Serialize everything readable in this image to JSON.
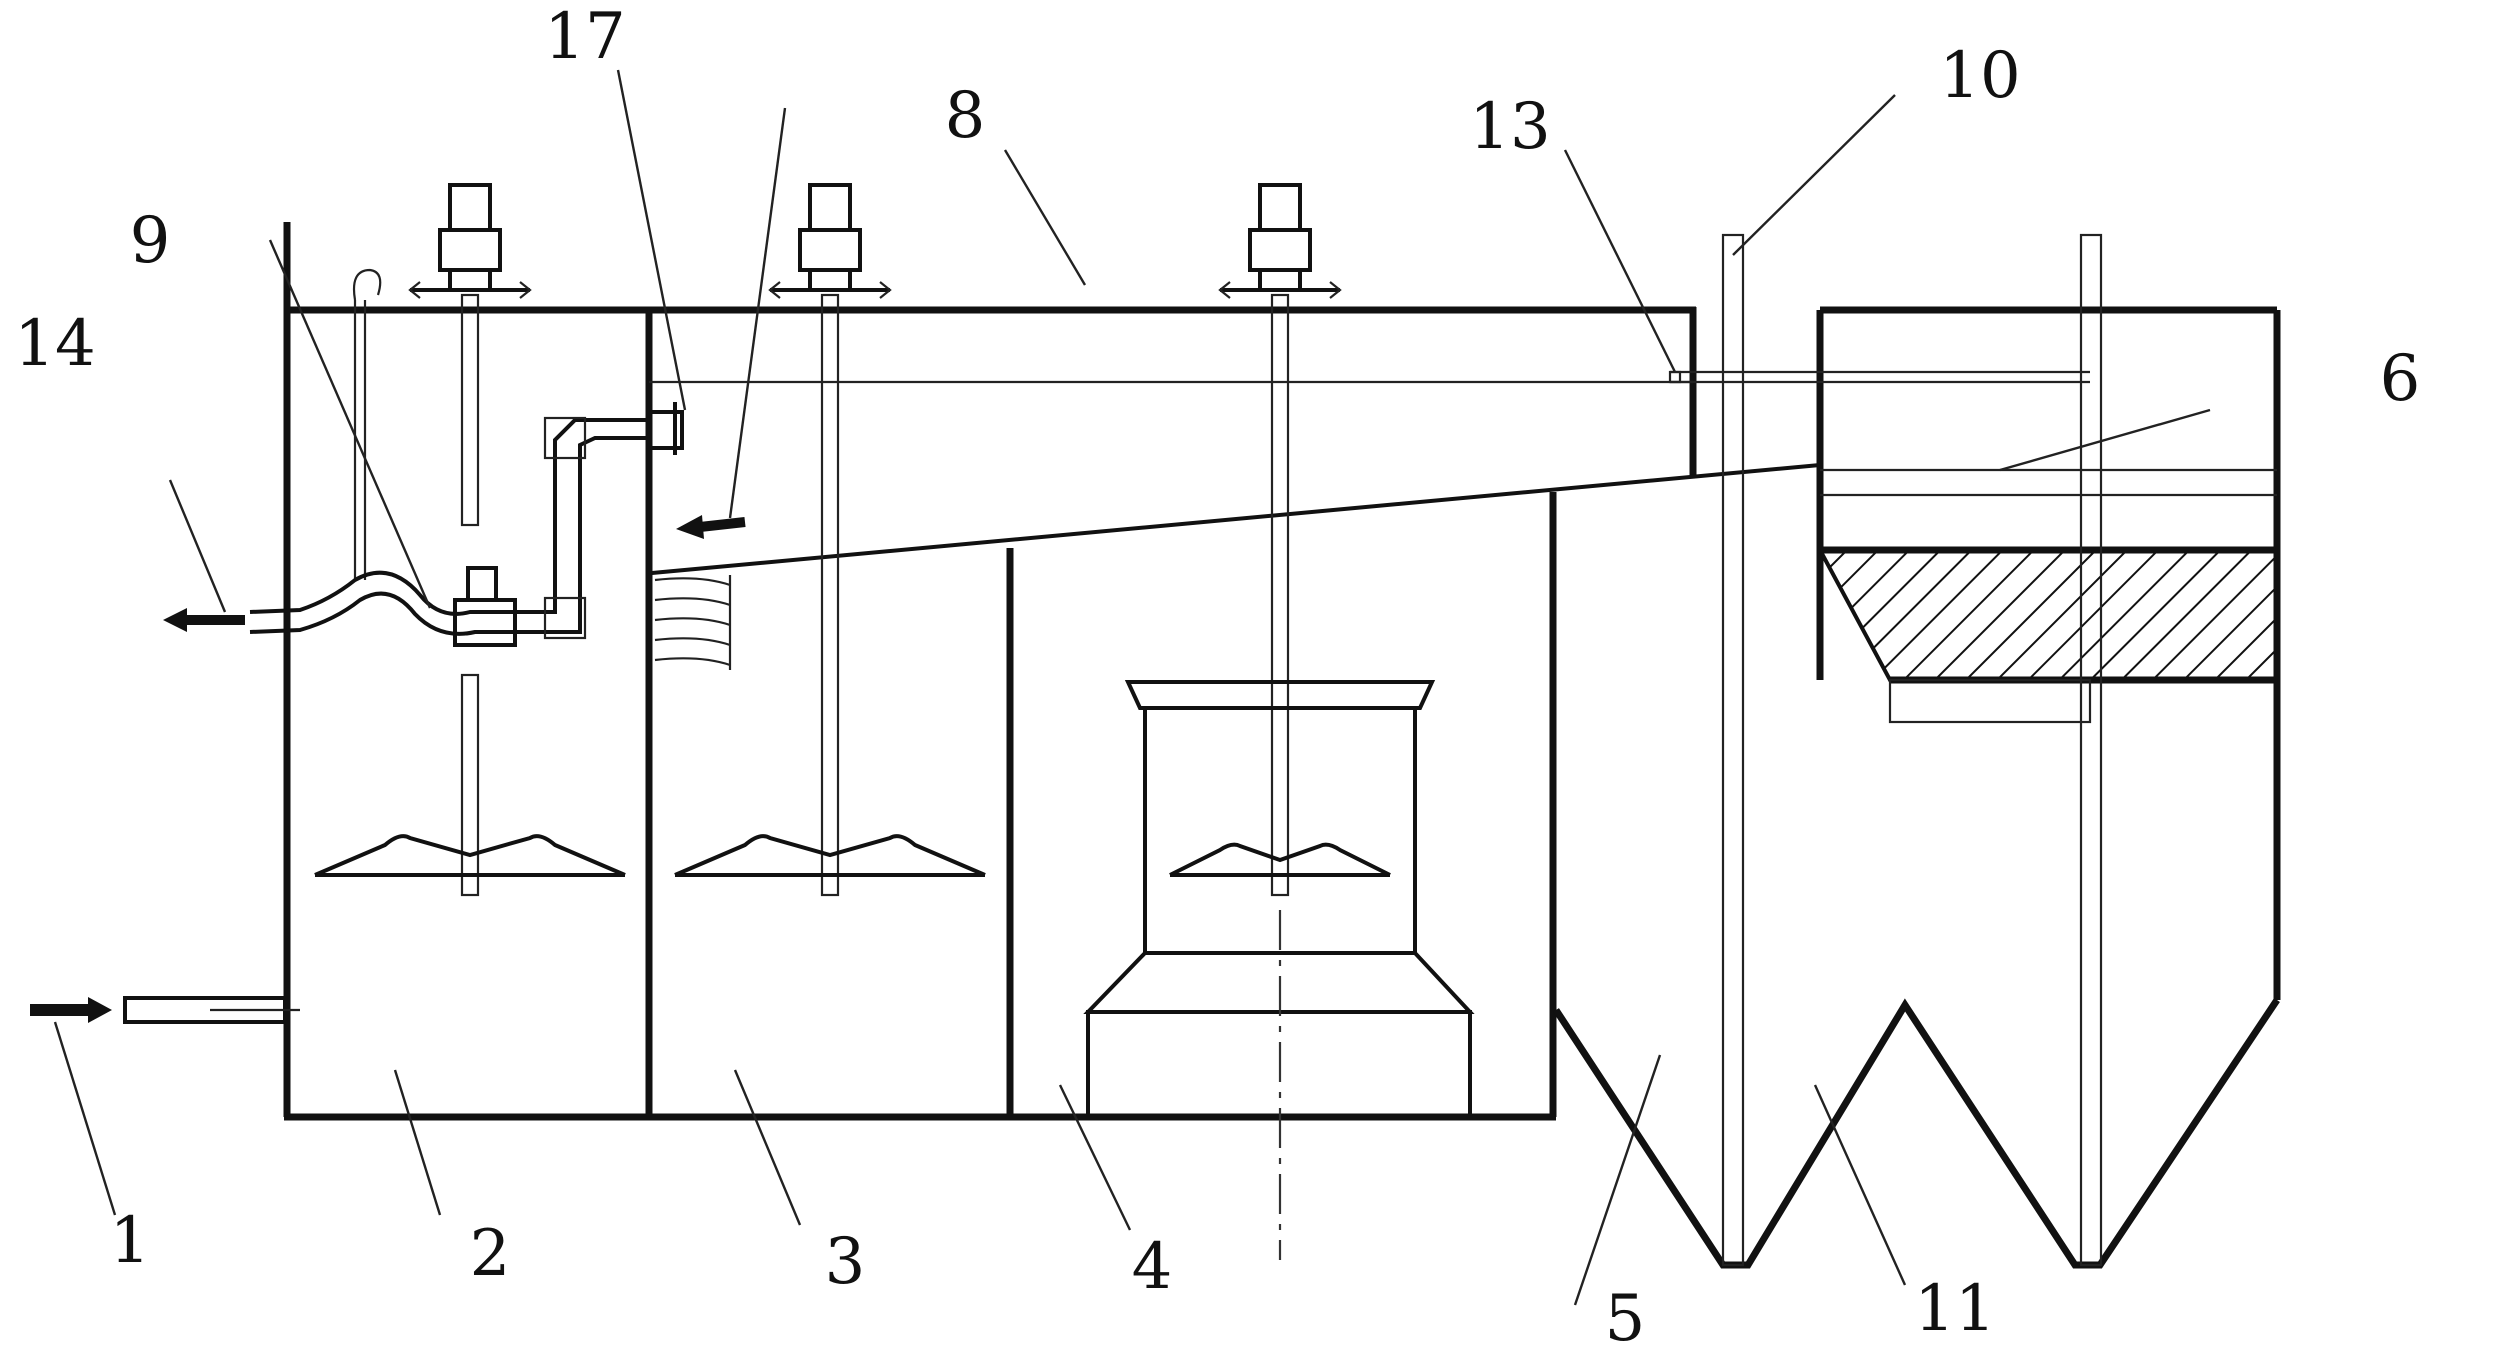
{
  "diagram": {
    "labels": [
      {
        "id": "1",
        "text": "1"
      },
      {
        "id": "2",
        "text": "2"
      },
      {
        "id": "3",
        "text": "3"
      },
      {
        "id": "4",
        "text": "4"
      },
      {
        "id": "5",
        "text": "5"
      },
      {
        "id": "6",
        "text": "6"
      },
      {
        "id": "8",
        "text": "8"
      },
      {
        "id": "9",
        "text": "9"
      },
      {
        "id": "10",
        "text": "10"
      },
      {
        "id": "11",
        "text": "11"
      },
      {
        "id": "13",
        "text": "13"
      },
      {
        "id": "14",
        "text": "14"
      },
      {
        "id": "17",
        "text": "17"
      }
    ]
  }
}
